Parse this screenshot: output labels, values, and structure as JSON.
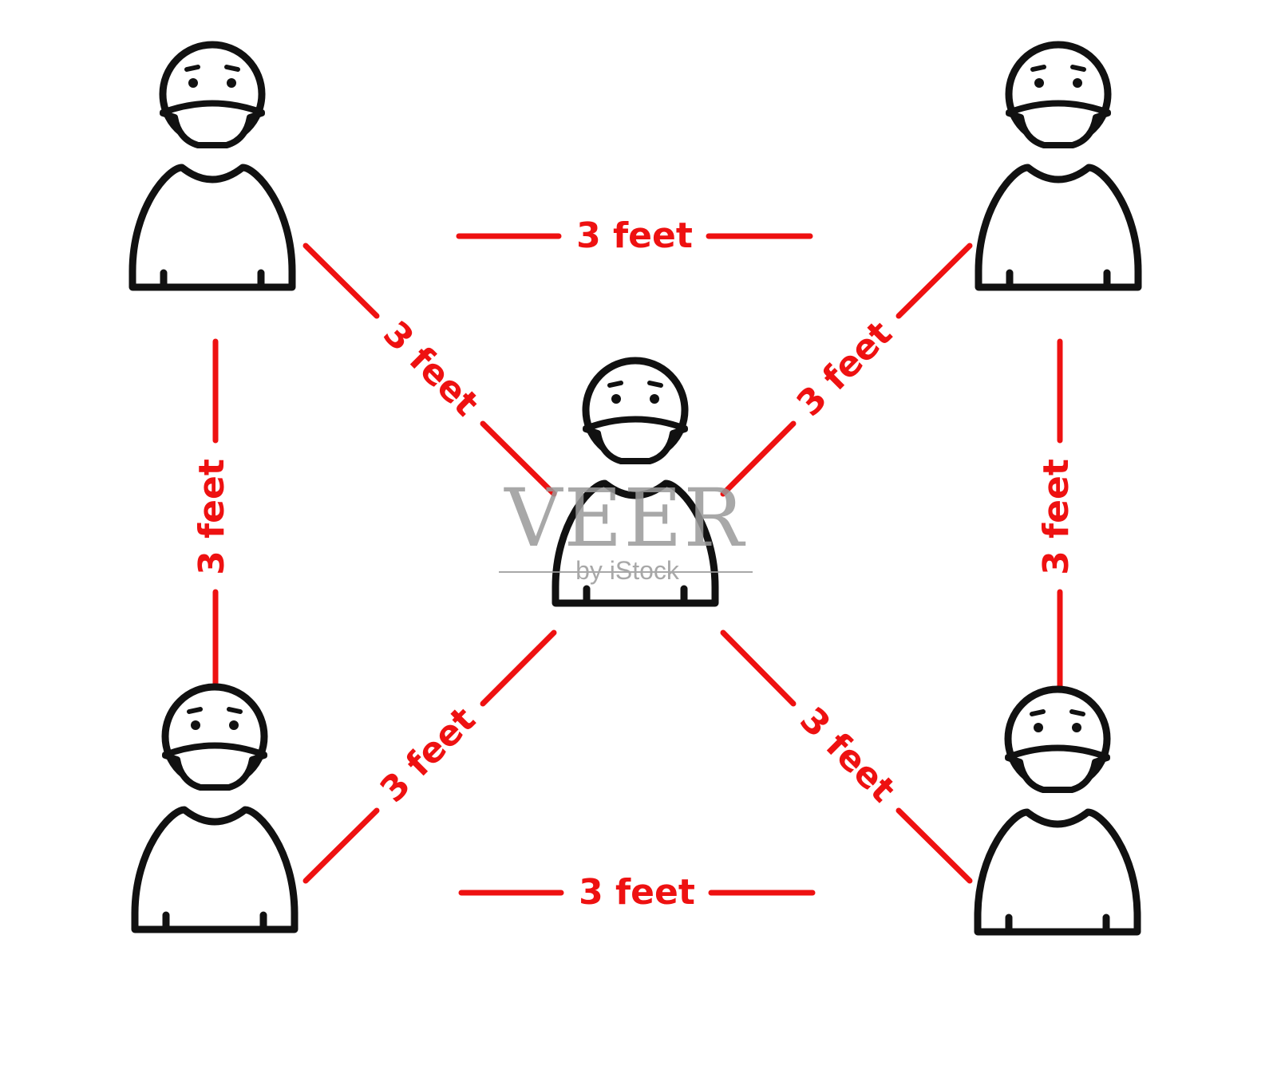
{
  "colors": {
    "distance": "#ee1111",
    "outline": "#111111",
    "watermark": "#9a9a9a"
  },
  "icon": "masked-person-icon",
  "distance_label": "3 feet",
  "watermark": {
    "brand": "VEER",
    "byline": "by iStock"
  }
}
